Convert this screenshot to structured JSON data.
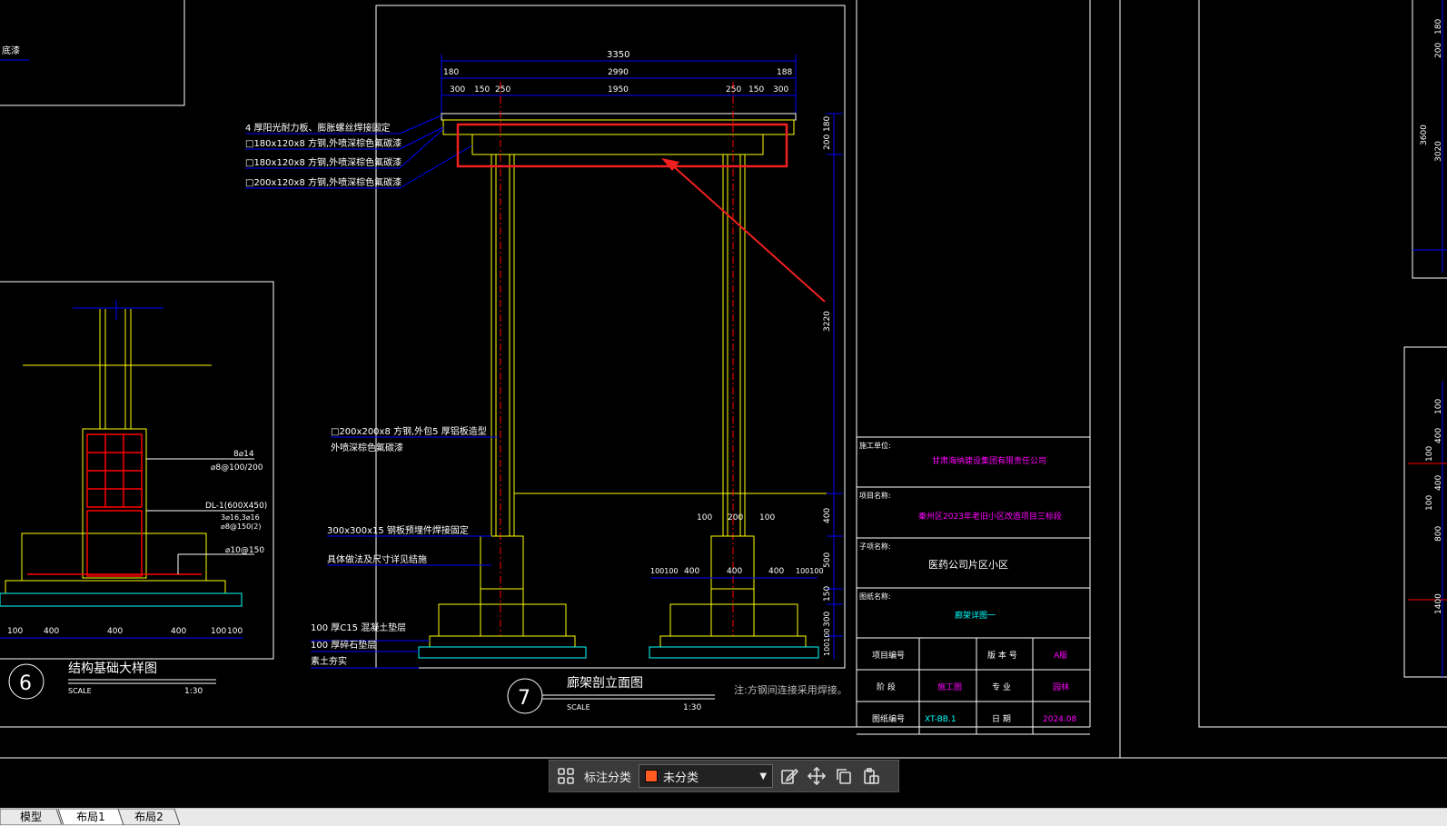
{
  "tabs": [
    {
      "label": "模型",
      "active": false
    },
    {
      "label": "布局1",
      "active": true
    },
    {
      "label": "布局2",
      "active": false
    }
  ],
  "toolbar": {
    "label": "标注分类",
    "category_value": "未分类",
    "category_color": "#ff5a1f",
    "icons": [
      "grid-icon",
      "edit-icon",
      "move-icon",
      "copy-icon",
      "paste-icon"
    ]
  },
  "drawing": {
    "left_top_fragment": "底漆",
    "foundation_detail": {
      "number": "6",
      "title": "结构基础大样图",
      "scale_label": "SCALE",
      "scale_value": "1:30",
      "labels": [
        "8⌀14",
        "⌀8@100/200",
        "DL-1(600X450)",
        "3⌀16,3⌀16",
        "⌀8@150(2)",
        "⌀10@150"
      ],
      "dims": [
        "100",
        "400",
        "400",
        "400",
        "100",
        "100"
      ]
    },
    "elevation": {
      "number": "7",
      "title": "廊架剖立面图",
      "scale_label": "SCALE",
      "scale_value": "1:30",
      "note": "注:方钢间连接采用焊接。",
      "top_dims": [
        "3350",
        "180",
        "2990",
        "188",
        "300",
        "150",
        "250",
        "1950",
        "250",
        "150",
        "300"
      ],
      "right_dims": [
        "180",
        "200",
        "3220",
        "400",
        "500",
        "150",
        "300",
        "100100"
      ],
      "left_labels": [
        "4 厚阳光耐力板、膨胀螺丝焊接固定",
        "□180x120x8   方钢,外喷深棕色氟碳漆",
        "□180x120x8   方钢,外喷深棕色氟碳漆",
        "□200x120x8   方钢,外喷深棕色氟碳漆",
        "□200x200x8   方钢,外包5 厚铝板造型",
        "外喷深棕色氟碳漆",
        "300x300x15    钢板预埋件焊接固定",
        "具体做法及尺寸详见结施",
        "100  厚C15  混凝土垫层",
        "100  厚碎石垫层",
        "素土夯实"
      ],
      "foot_dims": [
        "100",
        "200",
        "100",
        "100100",
        "400",
        "400",
        "400",
        "100100"
      ]
    },
    "title_block": {
      "construction_unit_label": "施工单位:",
      "construction_unit": "甘肃海纳建设集团有限责任公司",
      "project_name_label": "项目名称:",
      "project_name": "秦州区2023年老旧小区改造项目三标段",
      "sub_project_label": "子项名称:",
      "sub_project": "医药公司片区小区",
      "drawing_name_label": "图纸名称:",
      "drawing_name": "廊架详图一",
      "rows": [
        {
          "label": "项目编号",
          "value": "",
          "label2": "版 本 号",
          "value2": "A版"
        },
        {
          "label": "阶  段",
          "value": "施工图",
          "label2": "专  业",
          "value2": "园林"
        },
        {
          "label": "图纸编号",
          "value": "XT-BB.1",
          "label2": "日  期",
          "value2": "2024.08"
        }
      ]
    },
    "right_panel_dims": [
      "180",
      "200",
      "3600",
      "3020",
      "100",
      "400",
      "100",
      "400",
      "100",
      "800",
      "1400"
    ]
  }
}
